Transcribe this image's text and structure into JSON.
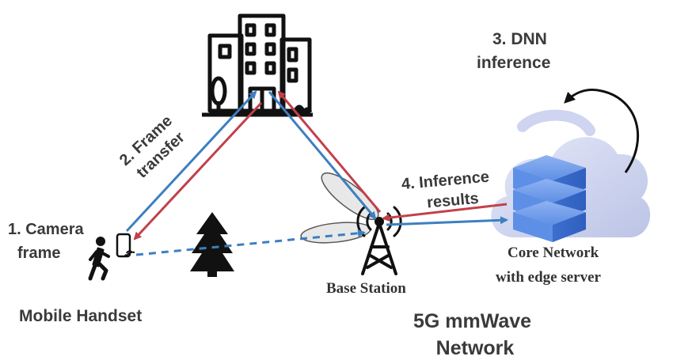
{
  "labels": {
    "camera_line1": "1. Camera",
    "camera_line2": "frame",
    "frame_transfer_line1": "2. Frame",
    "frame_transfer_line2": "transfer",
    "dnn_line1": "3. DNN",
    "dnn_line2": "inference",
    "inference_line1": "4. Inference",
    "inference_line2": "results",
    "base_station": "Base Station",
    "core_line1": "Core Network",
    "core_line2": "with edge server",
    "mobile_handset": "Mobile Handset",
    "network_line1": "5G mmWave",
    "network_line2": "Network"
  },
  "colors": {
    "uplink_arrow": "#3d7fc0",
    "downlink_arrow": "#c1404a",
    "icon_dark": "#111111",
    "server_blue": "#4a7fd8",
    "cloud": "#cfd5f0"
  },
  "icons": [
    "building-icon",
    "tree-icon",
    "pedestrian-icon",
    "phone-icon",
    "antenna-tower-icon",
    "cloud-icon",
    "server-stack-icon"
  ]
}
